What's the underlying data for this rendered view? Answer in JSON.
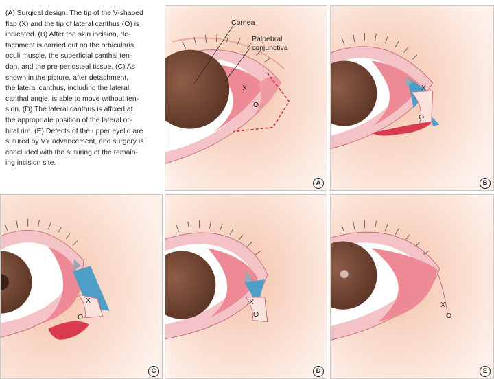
{
  "caption": [
    "(A) Surgical design. The tip of the V-shaped",
    "flap (X) and the tip of lateral canthus (O) is",
    "indicated. (B) After the skin incision, de-",
    "tachment is carried out on the orbicularis",
    "oculi muscle, the superficial canthal ten-",
    "don, and the pre-periosteal tissue. (C) As",
    "shown in the picture, after detachment,",
    "the lateral canthus, including the lateral",
    "canthal angle, is able to move without ten-",
    "sion. (D) The lateral canthus is affixed at",
    "the appropriate position of the lateral or-",
    "bital rim. (E) Defects of the upper eyelid are",
    "sutured by VY advancement, and surgery is",
    "concluded with the suturing of the remain-",
    "ing incision site."
  ],
  "labels": {
    "cornea": "Cornea",
    "palpebral_line1": "Palpebral",
    "palpebral_line2": "conjunctiva"
  },
  "markers": {
    "flap_tip": "X",
    "canthus_tip": "O"
  },
  "panels": [
    {
      "letter": "A"
    },
    {
      "letter": "B"
    },
    {
      "letter": "C"
    },
    {
      "letter": "D"
    },
    {
      "letter": "E"
    }
  ],
  "colors": {
    "skin": "#f6d2bd",
    "eyelid_margin": "#f4c3c8",
    "conjunctiva": "#ee8a95",
    "sclera": "#ffffff",
    "iris": "#7a4e3c",
    "pupil": "#3a2218",
    "flap_blue": "#4e9ec8",
    "wound_red": "#d93a4e",
    "incision_dash": "#d42a3a"
  }
}
